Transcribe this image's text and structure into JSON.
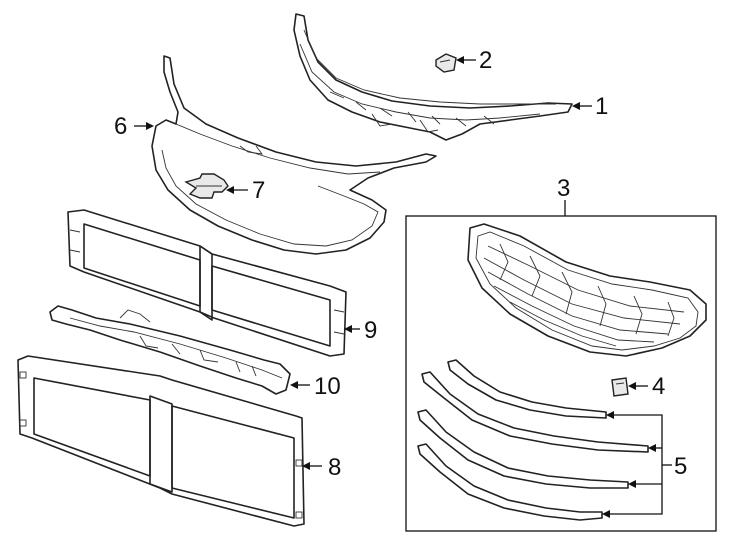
{
  "callouts": [
    {
      "label": "1",
      "part": "grille-upper-support"
    },
    {
      "label": "2",
      "part": "clip"
    },
    {
      "label": "3",
      "part": "grille-assembly-kit"
    },
    {
      "label": "4",
      "part": "clip"
    },
    {
      "label": "5",
      "part": "grille-molding-strips"
    },
    {
      "label": "6",
      "part": "grille-frame"
    },
    {
      "label": "7",
      "part": "emblem"
    },
    {
      "label": "8",
      "part": "lower-shutter-assembly"
    },
    {
      "label": "9",
      "part": "upper-shutter-assembly"
    },
    {
      "label": "10",
      "part": "shutter-bracket"
    }
  ],
  "colors": {
    "line": "#222222",
    "background": "#ffffff"
  }
}
